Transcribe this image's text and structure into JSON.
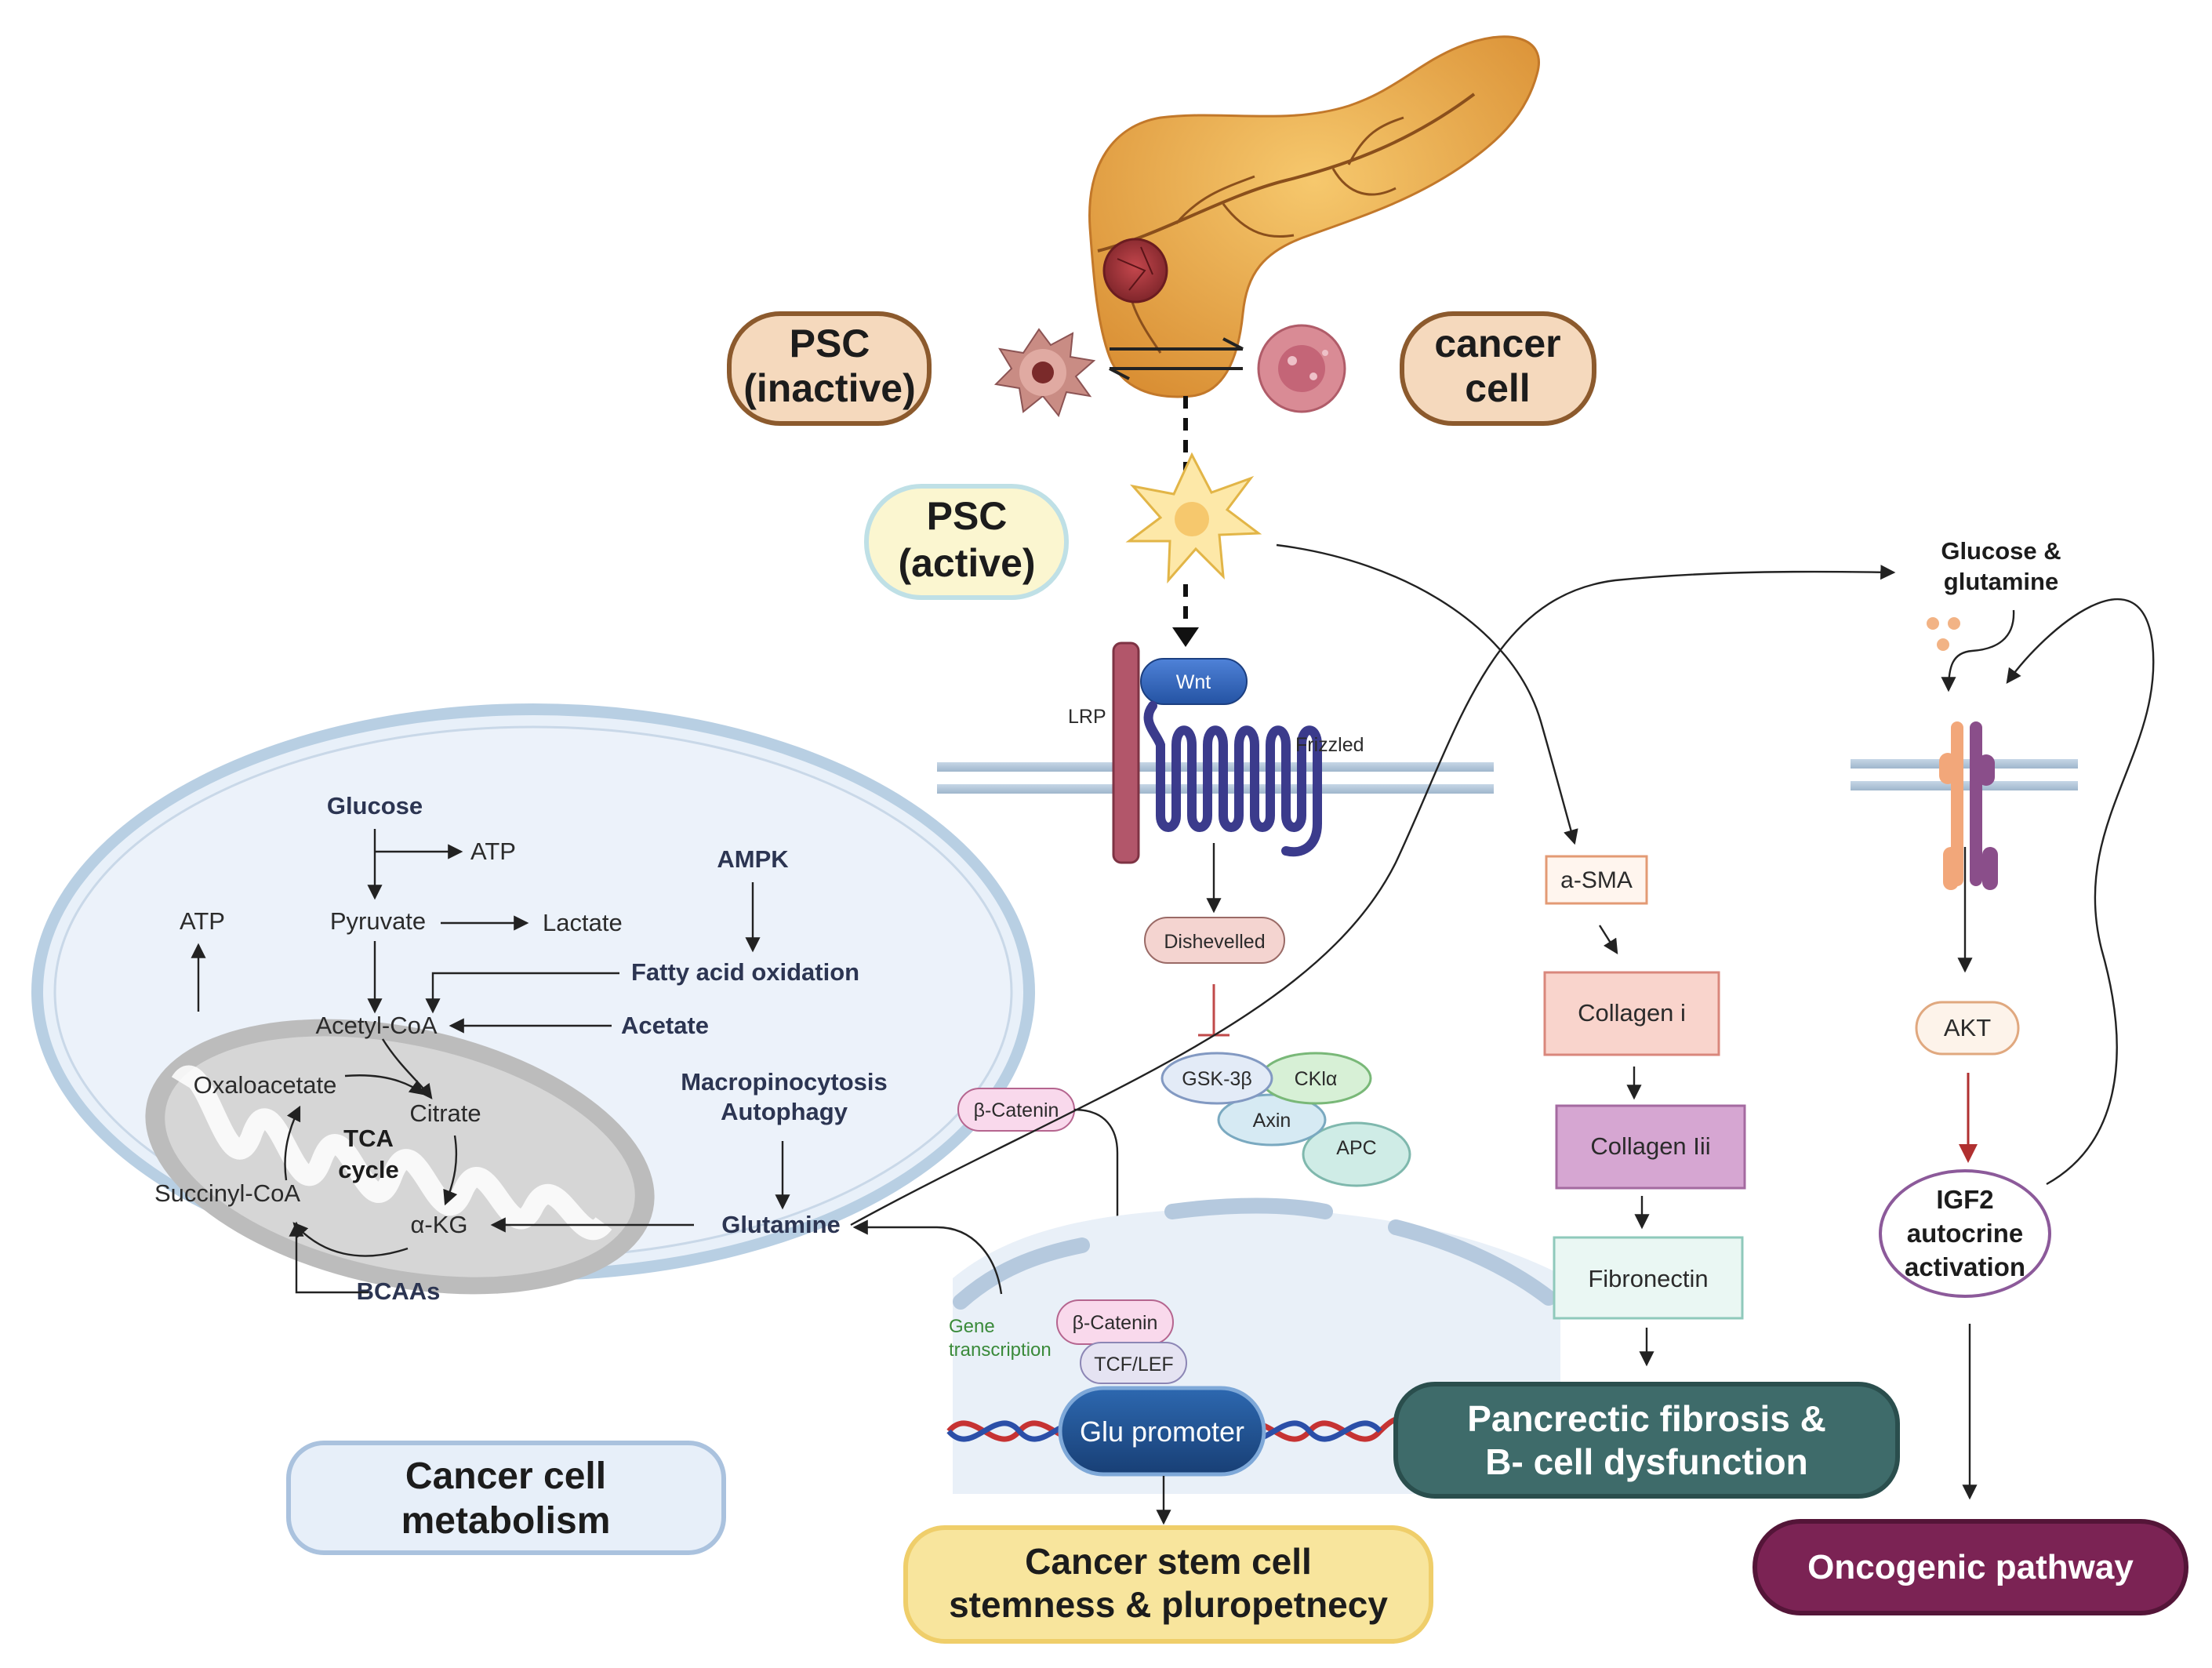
{
  "colors": {
    "psc_inactive_bg": "#f5d9bd",
    "psc_inactive_border": "#8c5a2d",
    "psc_active_bg": "#fbf6d0",
    "psc_active_border": "#bfe0e6",
    "pancreas": "#e9a84a",
    "tumor": "#a3363d",
    "wnt": "#2f5fb7",
    "frizzled": "#3b3b8c",
    "lrp": "#b2566a",
    "cell_metabolism_bg": "#e7eff9",
    "fibrosis_bg": "#3e6b6a",
    "oncogenic_bg": "#7b2354",
    "glu_promoter_bg": "#1f4f8c",
    "stem_bg": "#f8e59d"
  },
  "top": {
    "psc_inactive": [
      "PSC",
      "(inactive)"
    ],
    "cancer_cell": [
      "cancer",
      "cell"
    ],
    "psc_active": [
      "PSC",
      "(active)"
    ]
  },
  "wnt": {
    "lrp": "LRP",
    "wnt": "Wnt",
    "frizzled": "Frizzled",
    "dishevelled": "Dishevelled",
    "gsk": "GSK-3β",
    "ckla": "CKlα",
    "axin": "Axin",
    "apc": "APC",
    "beta_catenin_cyto": "β-Catenin",
    "beta_catenin_nuc": "β-Catenin",
    "tcf_lef": "TCF/LEF",
    "gene_transcription": [
      "Gene",
      "transcription"
    ],
    "glu_promoter": "Glu promoter"
  },
  "metabolism": {
    "glucose": "Glucose",
    "atp_top": "ATP",
    "pyruvate": "Pyruvate",
    "lactate": "Lactate",
    "atp_left": "ATP",
    "ampk": "AMPK",
    "fatty_acid": "Fatty acid oxidation",
    "acetyl_coa": "Acetyl-CoA",
    "acetate": "Acetate",
    "oxaloacetate": "Oxaloacetate",
    "citrate": "Citrate",
    "tca": [
      "TCA",
      "cycle"
    ],
    "succinyl": "Succinyl-CoA",
    "akg": "α-KG",
    "bcaas": "BCAAs",
    "macro": [
      "Macropinocytosis",
      "Autophagy"
    ],
    "glutamine": "Glutamine",
    "box": [
      "Cancer  cell",
      "metabolism"
    ]
  },
  "fibrosis": {
    "asma": "a-SMA",
    "col1": "Collagen i",
    "col3": "Collagen  Iii",
    "fibronectin": "Fibronectin",
    "box": [
      "Pancrectic fibrosis &",
      "B- cell dysfunction"
    ]
  },
  "oncogenic": {
    "glucose_glutamine": [
      "Glucose &",
      "glutamine"
    ],
    "akt": "AKT",
    "igf2": [
      "IGF2",
      "autocrine",
      "activation"
    ],
    "box": "Oncogenic pathway"
  },
  "stem": [
    "Cancer stem cell",
    "stemness & pluropetnecy"
  ]
}
